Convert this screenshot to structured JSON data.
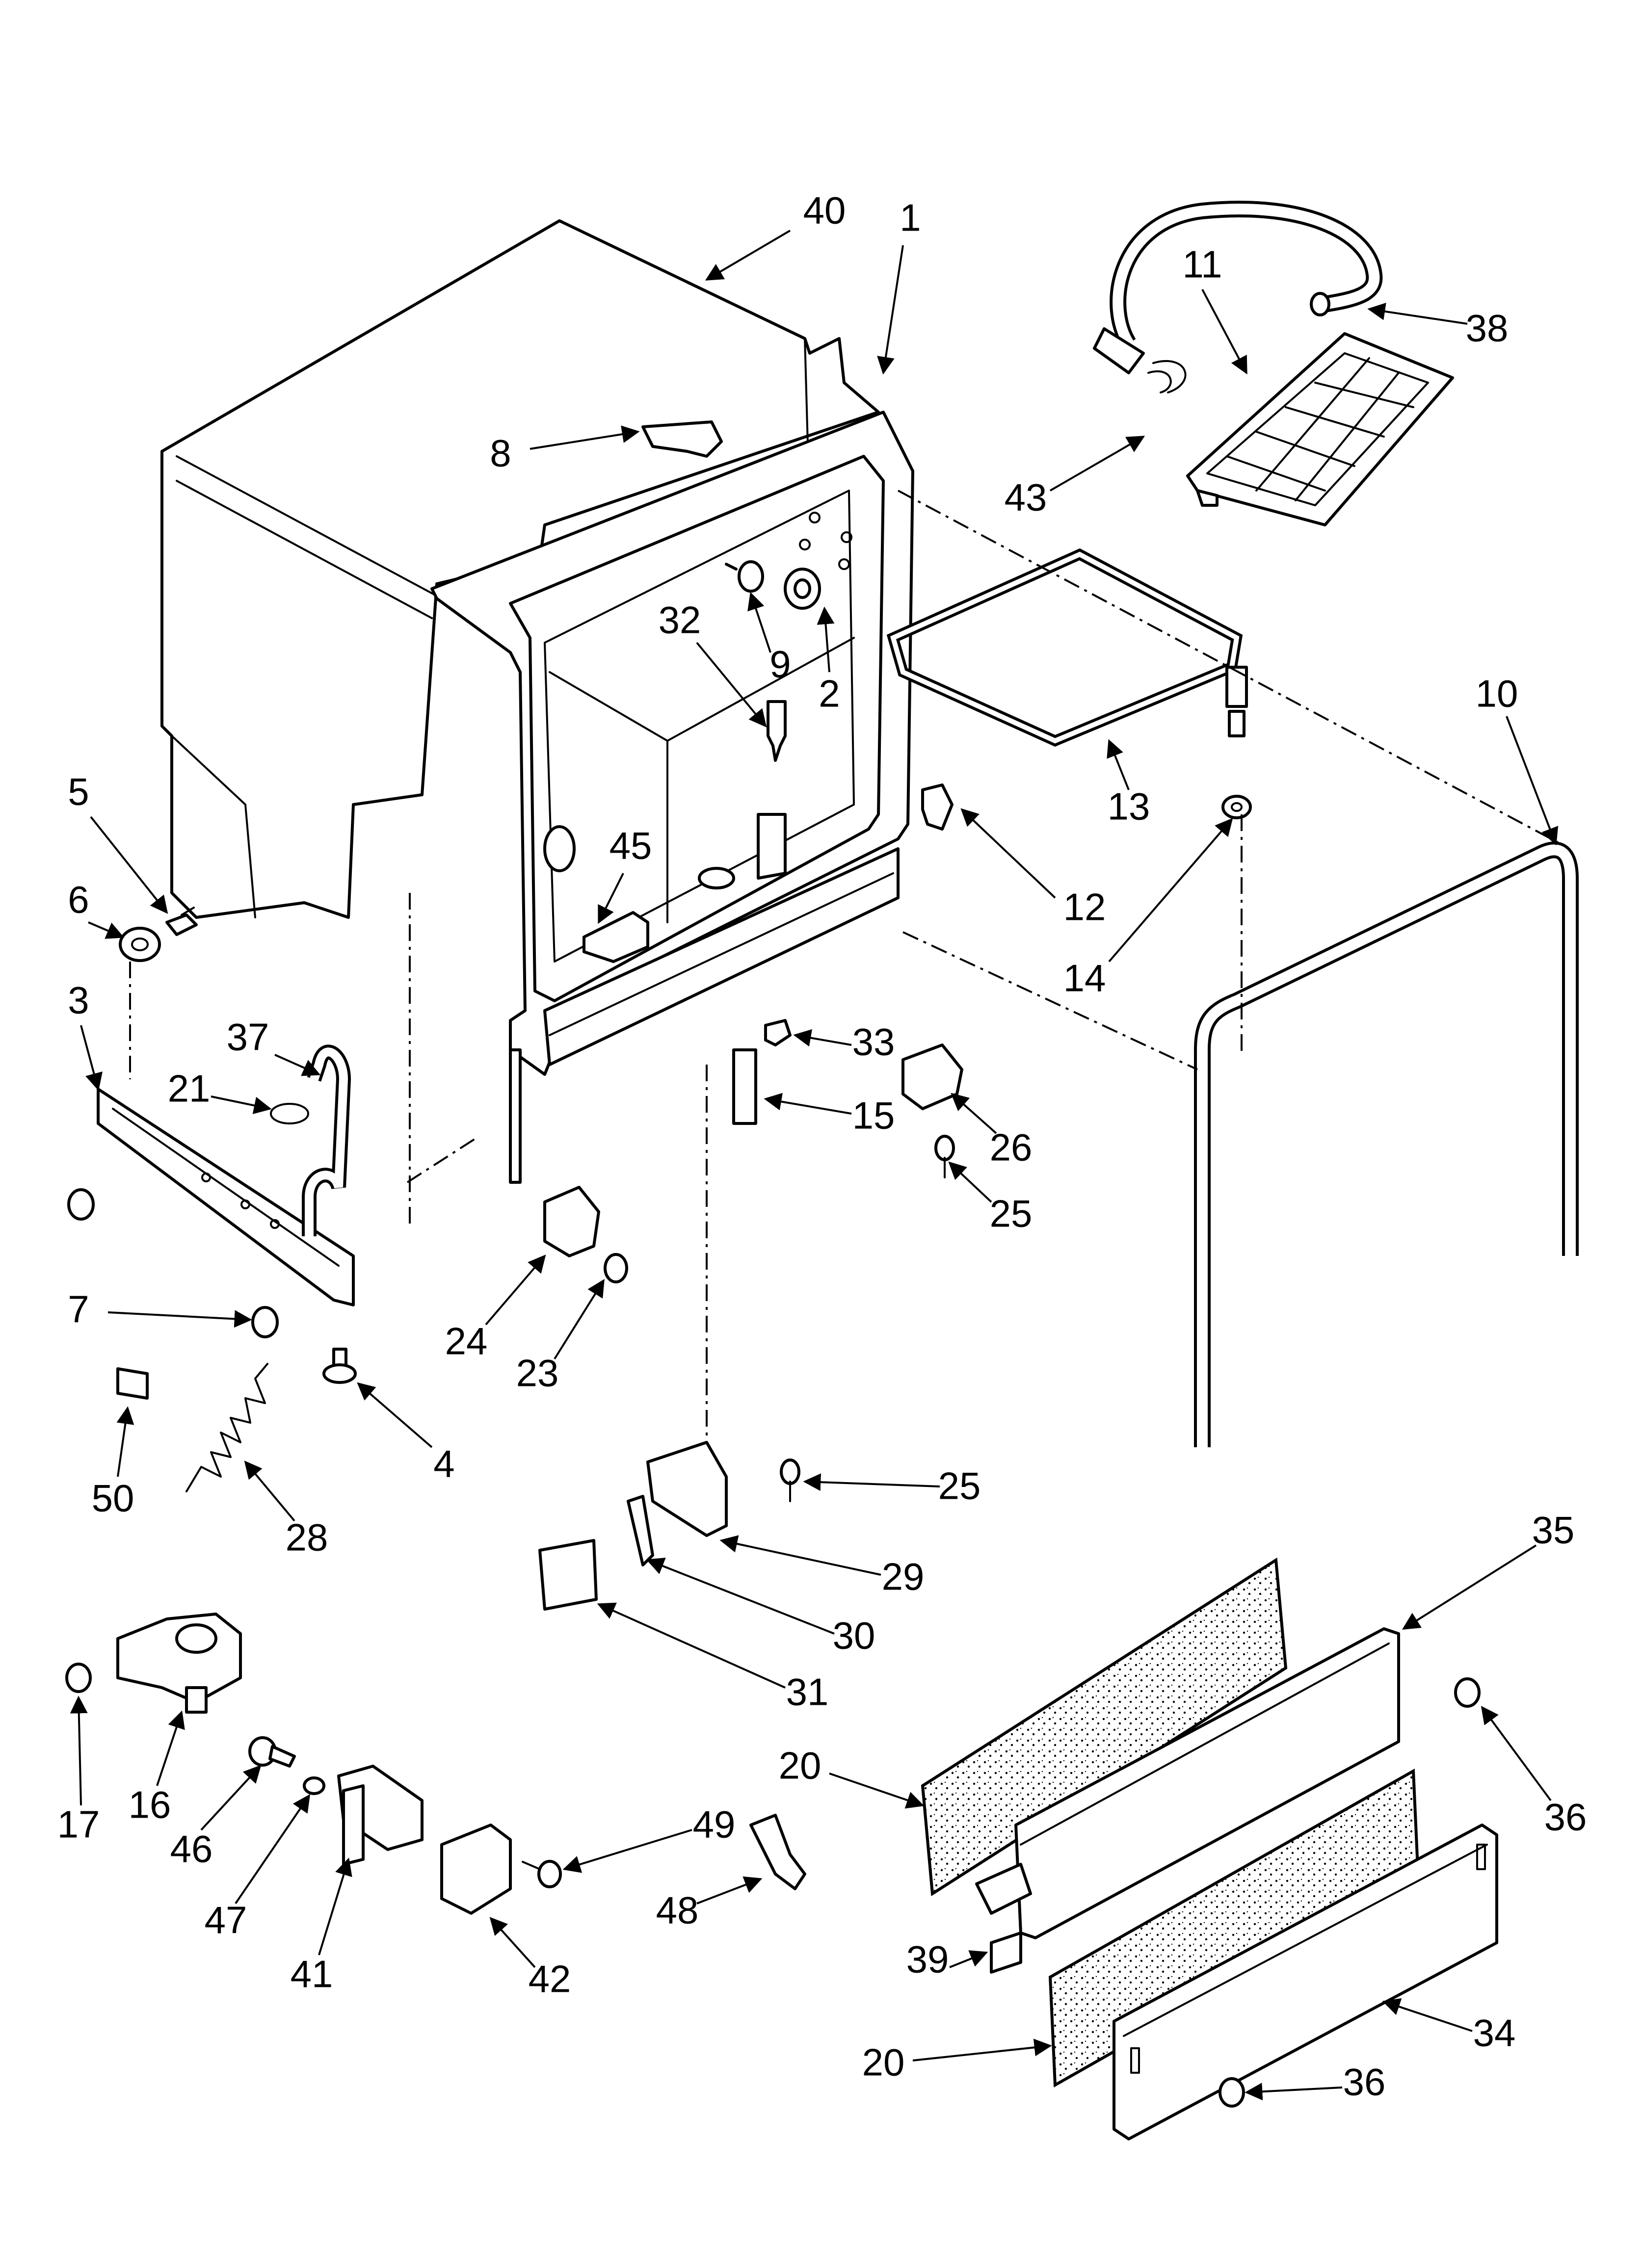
{
  "diagram": {
    "type": "exploded-parts-diagram",
    "callouts": [
      {
        "id": "c40",
        "label": "40"
      },
      {
        "id": "c1",
        "label": "1"
      },
      {
        "id": "c11",
        "label": "11"
      },
      {
        "id": "c38",
        "label": "38"
      },
      {
        "id": "c8",
        "label": "8"
      },
      {
        "id": "c43",
        "label": "43"
      },
      {
        "id": "c32",
        "label": "32"
      },
      {
        "id": "c9",
        "label": "9"
      },
      {
        "id": "c2",
        "label": "2"
      },
      {
        "id": "c10",
        "label": "10"
      },
      {
        "id": "c5",
        "label": "5"
      },
      {
        "id": "c6",
        "label": "6"
      },
      {
        "id": "c45",
        "label": "45"
      },
      {
        "id": "c13",
        "label": "13"
      },
      {
        "id": "c12",
        "label": "12"
      },
      {
        "id": "c14",
        "label": "14"
      },
      {
        "id": "c3",
        "label": "3"
      },
      {
        "id": "c37",
        "label": "37"
      },
      {
        "id": "c21",
        "label": "21"
      },
      {
        "id": "c33",
        "label": "33"
      },
      {
        "id": "c15",
        "label": "15"
      },
      {
        "id": "c26",
        "label": "26"
      },
      {
        "id": "c25a",
        "label": "25"
      },
      {
        "id": "c7",
        "label": "7"
      },
      {
        "id": "c24",
        "label": "24"
      },
      {
        "id": "c23",
        "label": "23"
      },
      {
        "id": "c4",
        "label": "4"
      },
      {
        "id": "c50",
        "label": "50"
      },
      {
        "id": "c28",
        "label": "28"
      },
      {
        "id": "c25b",
        "label": "25"
      },
      {
        "id": "c29",
        "label": "29"
      },
      {
        "id": "c35",
        "label": "35"
      },
      {
        "id": "c30",
        "label": "30"
      },
      {
        "id": "c31",
        "label": "31"
      },
      {
        "id": "c17",
        "label": "17"
      },
      {
        "id": "c16",
        "label": "16"
      },
      {
        "id": "c36a",
        "label": "36"
      },
      {
        "id": "c20a",
        "label": "20"
      },
      {
        "id": "c46",
        "label": "46"
      },
      {
        "id": "c49",
        "label": "49"
      },
      {
        "id": "c47",
        "label": "47"
      },
      {
        "id": "c48",
        "label": "48"
      },
      {
        "id": "c41",
        "label": "41"
      },
      {
        "id": "c42",
        "label": "42"
      },
      {
        "id": "c39",
        "label": "39"
      },
      {
        "id": "c34",
        "label": "34"
      },
      {
        "id": "c20b",
        "label": "20"
      },
      {
        "id": "c36b",
        "label": "36"
      }
    ]
  }
}
